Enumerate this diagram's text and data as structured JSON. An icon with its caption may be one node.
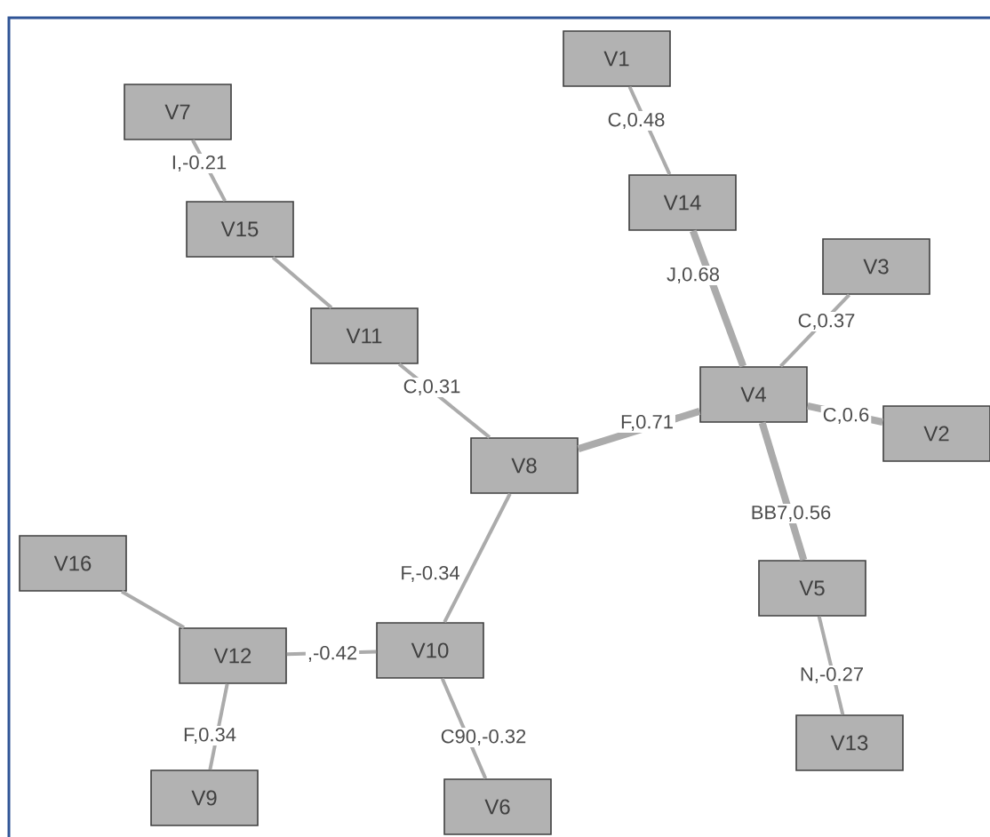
{
  "diagram": {
    "nodes": [
      {
        "text": [
          "V1"
        ]
      },
      {
        "text": [
          "V7"
        ]
      },
      {
        "text": [
          "V14"
        ]
      },
      {
        "text": [
          "V15"
        ]
      },
      {
        "text": [
          "V3"
        ]
      },
      {
        "text": [
          "V11"
        ]
      },
      {
        "text": [
          "V4"
        ]
      },
      {
        "text": [
          "V2"
        ]
      },
      {
        "text": [
          "V8"
        ]
      },
      {
        "text": [
          "V16"
        ]
      },
      {
        "text": [
          "V5"
        ]
      },
      {
        "text": [
          "V12"
        ]
      },
      {
        "text": [
          "V10"
        ]
      },
      {
        "text": [
          "V13"
        ]
      },
      {
        "text": [
          "V9"
        ]
      },
      {
        "text": [
          "V6"
        ]
      }
    ],
    "edges": [
      {
        "from": 0,
        "to": 2,
        "arrow": "none",
        "label": "C,0.48"
      },
      {
        "from": 2,
        "to": 6,
        "arrow": "none",
        "label": "J,0.68",
        "style": "thick"
      },
      {
        "from": 4,
        "to": 6,
        "arrow": "none",
        "label": "C,0.37"
      },
      {
        "from": 6,
        "to": 7,
        "arrow": "none",
        "label": "C,0.6",
        "style": "thick"
      },
      {
        "from": 6,
        "to": 8,
        "arrow": "none",
        "label": "F,0.71",
        "style": "thick"
      },
      {
        "from": 6,
        "to": 10,
        "arrow": "none",
        "label": "BB7,0.56",
        "style": "thick"
      },
      {
        "from": 10,
        "to": 13,
        "arrow": "none",
        "label": "N,-0.27"
      },
      {
        "from": 8,
        "to": 5,
        "arrow": "none",
        "label": "C,0.31"
      },
      {
        "from": 5,
        "to": 3,
        "arrow": "none"
      },
      {
        "from": 3,
        "to": 1,
        "arrow": "none",
        "label": "I,-0.21"
      },
      {
        "from": 8,
        "to": 12,
        "arrow": "none",
        "label": "F,-0.34"
      },
      {
        "from": 12,
        "to": 11,
        "arrow": "none",
        "label": ",-0.42"
      },
      {
        "from": 11,
        "to": 9,
        "arrow": "none"
      },
      {
        "from": 11,
        "to": 14,
        "arrow": "none",
        "label": "F,0.34"
      },
      {
        "from": 12,
        "to": 15,
        "arrow": "none",
        "label": "C90,-0.32"
      }
    ]
  }
}
